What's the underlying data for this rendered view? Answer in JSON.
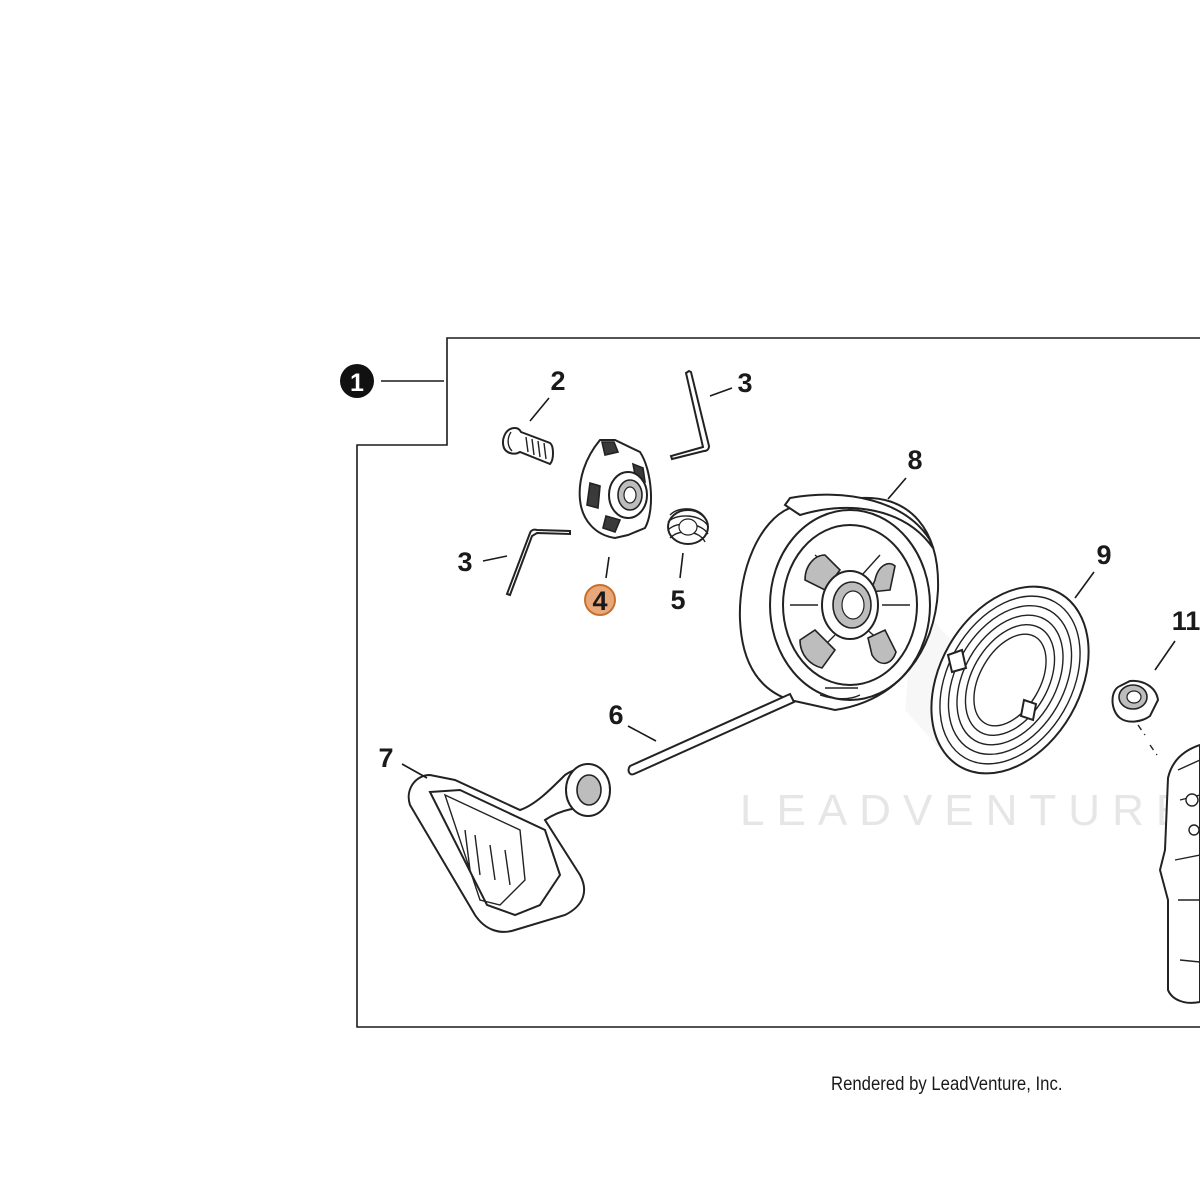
{
  "diagram": {
    "callouts": {
      "assembly": "1",
      "screw": "2",
      "pawl_upper": "3",
      "pawl_lower": "3",
      "ratchet": "4",
      "spring": "5",
      "rope": "6",
      "handle": "7",
      "reel": "8",
      "recoil_spring": "9",
      "grommet": "11"
    },
    "highlighted_part": "4",
    "highlight_color": "#e8a87a",
    "highlight_stroke": "#c8702e",
    "watermark": "LEADVENTURE",
    "credit": "Rendered by LeadVenture, Inc."
  }
}
